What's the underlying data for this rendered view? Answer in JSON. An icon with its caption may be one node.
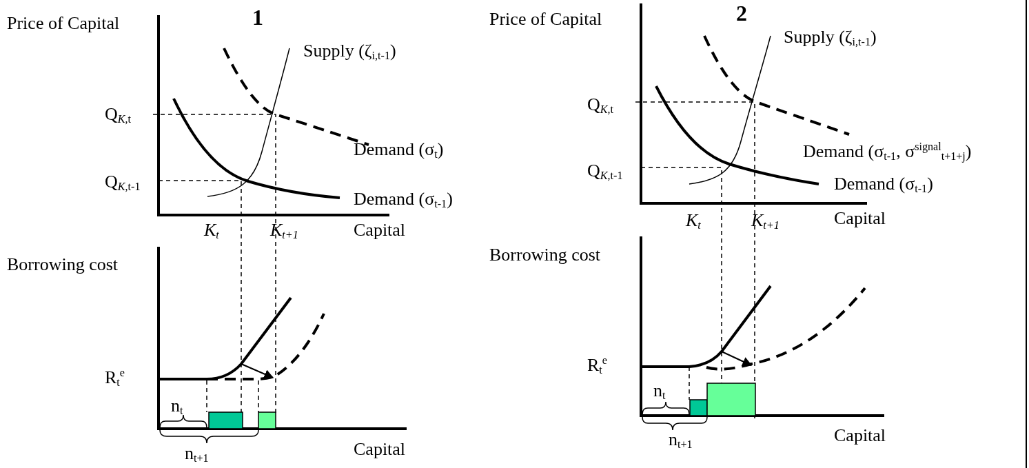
{
  "diagram": {
    "labels": [
      "Price of Capital",
      "1",
      "Supply (ζ$_{i,t-1}$)",
      "Q$_{K,t}$",
      "Demand (σ$_{t}$)",
      "Q$_{K,t-1}$",
      "Demand (σ$_{t-1}$)",
      "K$_{t}$",
      "K$_{t+1}$",
      "Capital",
      "Borrowing cost",
      "R$_{t}$$^{e}$",
      "n$_{t}$",
      "n$_{t+1}$",
      "Capital",
      "Price of Capital",
      "2",
      "Supply (ζ$_{i,t-1}$)",
      "Q$_{K,t}$",
      "Demand (σ$_{t-1}$, σ$^{signal}$$_{t+1+j}$)",
      "Q$_{K,t-1}$",
      "Demand (σ$_{t-1}$)",
      "K$_{t}$",
      "K$_{t+1}$",
      "Capital",
      "Borrowing cost",
      "R$_{t}$$^{e}$",
      "n$_{t}$",
      "n$_{t+1}$",
      "Capital"
    ]
  }
}
